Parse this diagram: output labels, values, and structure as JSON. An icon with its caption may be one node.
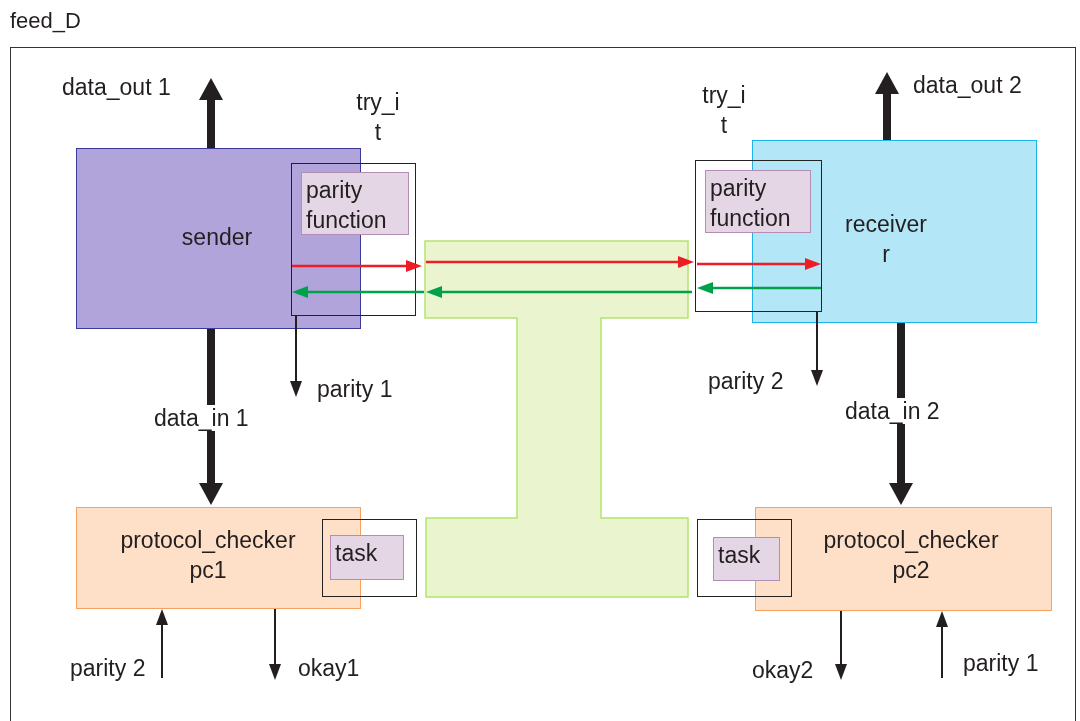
{
  "diagram": {
    "nodes": [
      {
        "text": [
          "feed_D"
        ]
      },
      {
        "text": [
          "sender"
        ],
        "in": 0
      },
      {
        "text": [
          "try_i t"
        ],
        "in": 0
      },
      {
        "text": [
          "parity function"
        ],
        "in": 2
      },
      {
        "text": [],
        "shape": "box",
        "in": 0
      },
      {
        "text": [
          "try_i t"
        ],
        "in": 0
      },
      {
        "text": [
          "parity function"
        ],
        "in": 5
      },
      {
        "text": [
          "receiver r"
        ],
        "in": 0
      },
      {
        "text": [
          "protocol_checker pc1"
        ],
        "in": 0
      },
      {
        "text": [],
        "shape": "box",
        "in": 0
      },
      {
        "text": [
          "task"
        ],
        "in": 9
      },
      {
        "text": [],
        "shape": "box",
        "in": 0
      },
      {
        "text": [
          "task"
        ],
        "in": 11
      },
      {
        "text": [
          "protocol_checker pc2"
        ],
        "in": 0
      }
    ],
    "edges": [
      {
        "from": 1,
        "to": null,
        "arrow": "to",
        "style": "thick",
        "label": "data_out 1"
      },
      {
        "from": 2,
        "to": null,
        "arrow": "to",
        "label": "parity 1"
      },
      {
        "from": 1,
        "to": 8,
        "arrow": "to",
        "style": "thick",
        "label": "data_in 1"
      },
      {
        "from": null,
        "to": 8,
        "arrow": "to",
        "label": "parity 2"
      },
      {
        "from": 8,
        "to": null,
        "arrow": "to",
        "label": "okay1"
      },
      {
        "from": 1,
        "to": 4,
        "arrow": "to",
        "color": "#ee1c24"
      },
      {
        "from": 4,
        "to": 5,
        "arrow": "to",
        "color": "#ee1c24"
      },
      {
        "from": 5,
        "to": 7,
        "arrow": "to",
        "color": "#ee1c24"
      },
      {
        "from": 7,
        "to": 5,
        "arrow": "to",
        "color": "#00a14b"
      },
      {
        "from": 5,
        "to": 4,
        "arrow": "to",
        "color": "#00a14b"
      },
      {
        "from": 4,
        "to": 1,
        "arrow": "to",
        "color": "#00a14b"
      },
      {
        "from": 7,
        "to": null,
        "arrow": "to",
        "style": "thick",
        "label": "data_out 2"
      },
      {
        "from": 5,
        "to": null,
        "arrow": "to",
        "label": "parity 2"
      },
      {
        "from": 7,
        "to": 13,
        "arrow": "to",
        "style": "thick",
        "label": "data_in 2"
      },
      {
        "from": 13,
        "to": null,
        "arrow": "to",
        "label": "okay2"
      },
      {
        "from": null,
        "to": 13,
        "arrow": "to",
        "label": "parity 1"
      }
    ]
  }
}
